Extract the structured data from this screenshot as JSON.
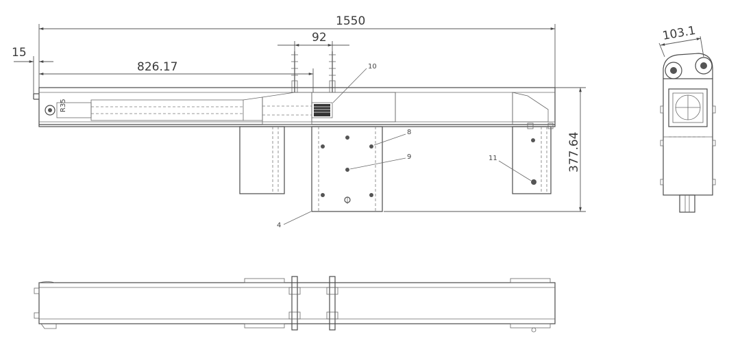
{
  "dimensions": {
    "overall_length": "1550",
    "offset_left": "15",
    "center_offset": "826.17",
    "sprocket_spacing": "92",
    "height": "377.64",
    "side_width": "103.1",
    "small_radius": "R35"
  },
  "callouts": {
    "c4": "4",
    "c8": "8",
    "c9": "9",
    "c10": "10",
    "c11": "11"
  }
}
